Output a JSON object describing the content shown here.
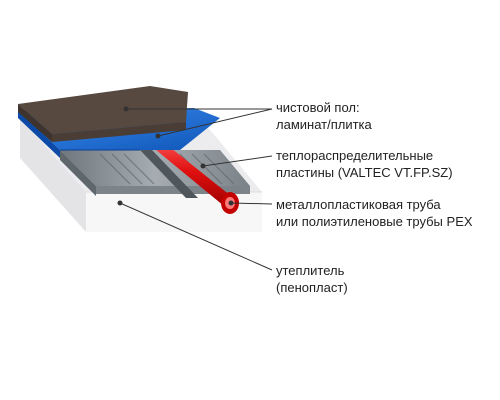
{
  "labels": {
    "finish_floor": [
      "чистовой пол:",
      "ламинат/плитка"
    ],
    "plates": [
      "теплораспределительные",
      "пластины (VALTEC VT.FP.SZ)"
    ],
    "pipe": [
      "металлопластиковая труба",
      "или полиэтиленовые трубы PEX"
    ],
    "insulation": [
      "утеплитель",
      "(пенопласт)"
    ]
  },
  "colors": {
    "finish_floor": "#5a4a40",
    "membrane": "#1f6fd6",
    "plates": "#8a9299",
    "pipe": "#e01818",
    "insulation": "#f2f2f2",
    "leader": "#333333"
  }
}
